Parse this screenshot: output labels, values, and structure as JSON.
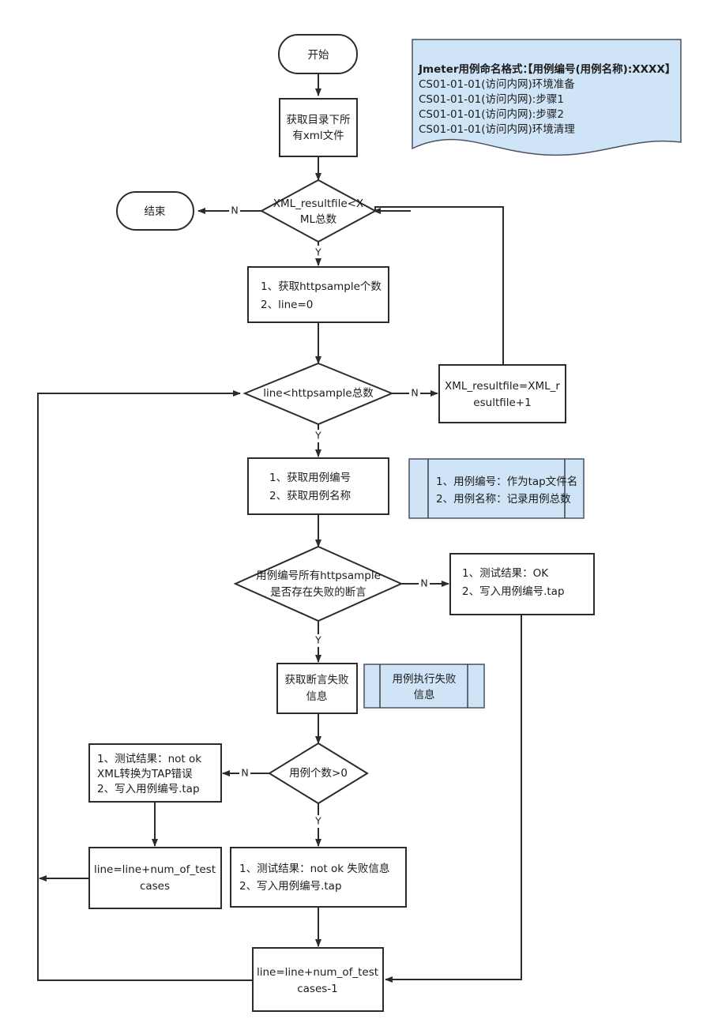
{
  "diagram": {
    "type": "flowchart",
    "title": "Jmeter XML to TAP conversion flowchart",
    "background": "#ffffff",
    "colors": {
      "shape_stroke": "#2b2b2b",
      "shape_fill": "#ffffff",
      "note_fill": "#cfe4f7",
      "note_stroke": "#4a5260",
      "connector": "#2b2b2b",
      "text": "#1c1c1c"
    },
    "nodes": {
      "start": {
        "label": "开始",
        "shape": "terminator"
      },
      "get_xml_files": {
        "line1": "获取目录下所",
        "line2": "有xml文件",
        "shape": "process"
      },
      "decision_xml": {
        "line1": "XML_resultfile<X",
        "line2": "ML总数",
        "shape": "decision"
      },
      "end": {
        "label": "结束",
        "shape": "terminator"
      },
      "get_httpsample": {
        "line1": "1、获取httpsample个数",
        "line2": "2、line=0",
        "shape": "process"
      },
      "decision_line": {
        "label": "line<httpsample总数",
        "shape": "decision"
      },
      "xml_increment": {
        "line1": "XML_resultfile=XML_r",
        "line2": "esultfile+1",
        "shape": "process"
      },
      "get_case_info": {
        "line1": "1、获取用例编号",
        "line2": "2、获取用例名称",
        "shape": "process"
      },
      "note_case_info": {
        "line1": "1、用例编号：作为tap文件名",
        "line2": "2、用例名称：记录用例总数",
        "shape": "predefined-process"
      },
      "decision_assert": {
        "line1": "用例编号所有httpsample",
        "line2": "是否存在失败的断言",
        "shape": "decision"
      },
      "result_ok": {
        "line1": "1、测试结果：OK",
        "line2": "2、写入用例编号.tap",
        "shape": "process"
      },
      "get_assert_fail": {
        "line1": "获取断言失败",
        "line2": "信息",
        "shape": "process"
      },
      "note_case_fail": {
        "line1": "用例执行失败",
        "line2": "信息",
        "shape": "predefined-process"
      },
      "decision_case_count": {
        "label": "用例个数>0",
        "shape": "decision"
      },
      "result_not_ok_xml": {
        "line1": "1、测试结果：not ok",
        "line2": "XML转换为TAP错误",
        "line3": "2、写入用例编号.tap",
        "shape": "process"
      },
      "result_not_ok_fail": {
        "line1": "1、测试结果：not ok 失败信息",
        "line2": "2、写入用例编号.tap",
        "shape": "process"
      },
      "line_plus_cases": {
        "line1": "line=line+num_of_test",
        "line2": "cases",
        "shape": "process"
      },
      "line_plus_cases_minus1": {
        "line1": "line=line+num_of_test",
        "line2": "cases-1",
        "shape": "process"
      }
    },
    "note": {
      "shape": "document",
      "lines": [
        {
          "prefix": "Jmeter用例命名格式：",
          "bold": "【用例编号(用例名称):XXXX】"
        },
        {
          "text": "CS01-01-01(访问内网)环境准备"
        },
        {
          "text": "CS01-01-01(访问内网):步骤1"
        },
        {
          "text": "CS01-01-01(访问内网):步骤2"
        },
        {
          "text": "CS01-01-01(访问内网)环境清理"
        }
      ]
    },
    "edge_labels": {
      "xml_no": "N",
      "xml_yes": "Y",
      "line_no": "N",
      "line_yes": "Y",
      "assert_no": "N",
      "assert_yes": "Y",
      "count_no": "N",
      "count_yes": "Y"
    }
  }
}
